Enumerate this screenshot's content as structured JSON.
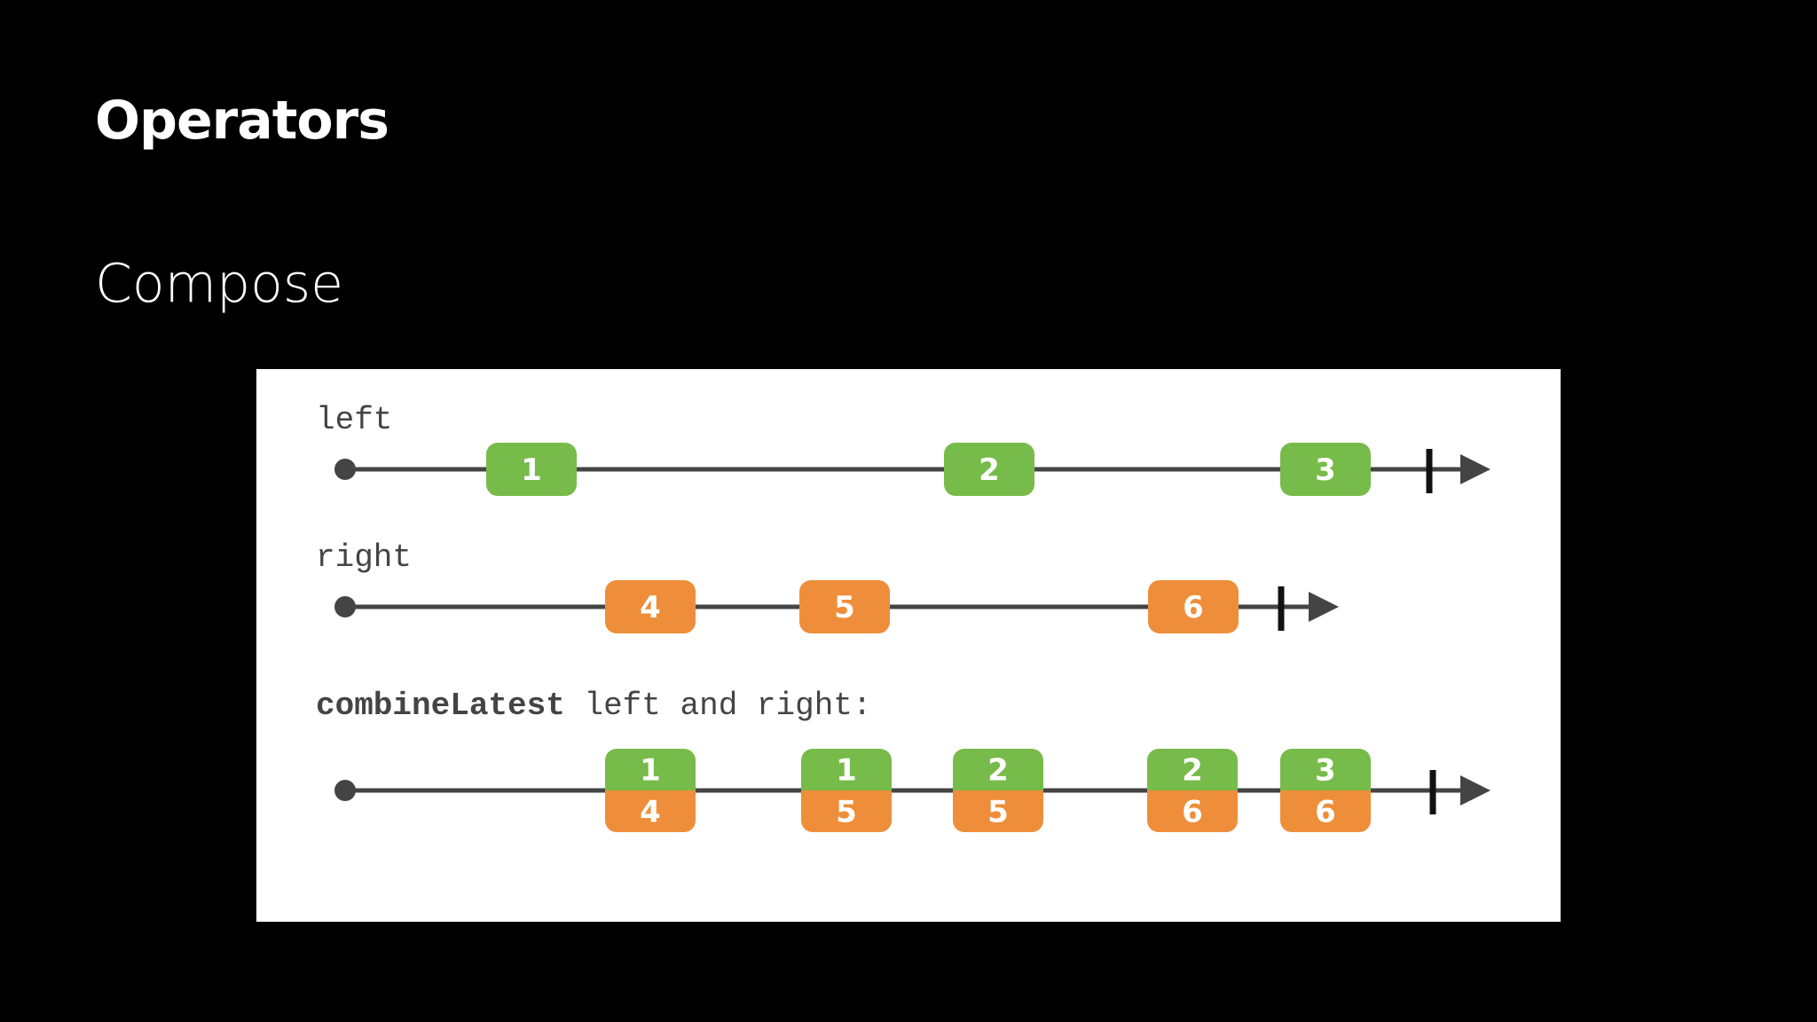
{
  "slide": {
    "title": "Operators",
    "subtitle": "Compose"
  },
  "colors": {
    "left_marble": "#77BB4A",
    "right_marble": "#EE8E3A",
    "timeline": "#444444"
  },
  "diagram": {
    "streams": [
      {
        "label": "left",
        "marbles": [
          {
            "values": [
              "1"
            ],
            "colors": [
              "left_marble"
            ]
          },
          {
            "values": [
              "2"
            ],
            "colors": [
              "left_marble"
            ]
          },
          {
            "values": [
              "3"
            ],
            "colors": [
              "left_marble"
            ]
          }
        ]
      },
      {
        "label": "right",
        "marbles": [
          {
            "values": [
              "4"
            ],
            "colors": [
              "right_marble"
            ]
          },
          {
            "values": [
              "5"
            ],
            "colors": [
              "right_marble"
            ]
          },
          {
            "values": [
              "6"
            ],
            "colors": [
              "right_marble"
            ]
          }
        ]
      },
      {
        "label_operator": "combineLatest",
        "label_rest": " left and right:",
        "marbles": [
          {
            "values": [
              "1",
              "4"
            ],
            "colors": [
              "left_marble",
              "right_marble"
            ]
          },
          {
            "values": [
              "1",
              "5"
            ],
            "colors": [
              "left_marble",
              "right_marble"
            ]
          },
          {
            "values": [
              "2",
              "5"
            ],
            "colors": [
              "left_marble",
              "right_marble"
            ]
          },
          {
            "values": [
              "2",
              "6"
            ],
            "colors": [
              "left_marble",
              "right_marble"
            ]
          },
          {
            "values": [
              "3",
              "6"
            ],
            "colors": [
              "left_marble",
              "right_marble"
            ]
          }
        ]
      }
    ]
  }
}
